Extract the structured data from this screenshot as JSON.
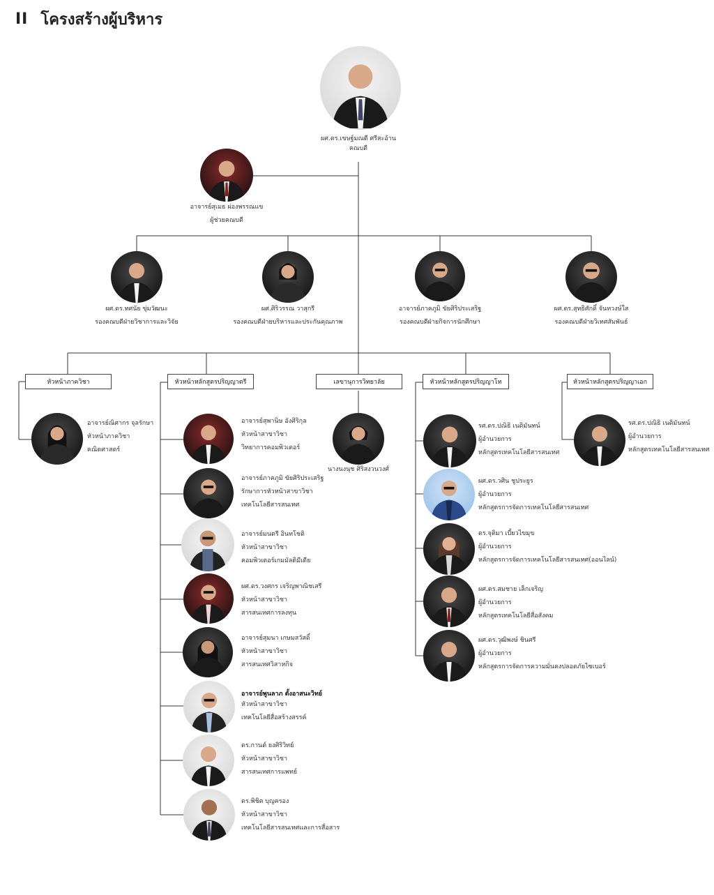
{
  "title": {
    "mark": "II",
    "text": "โครงสร้างผู้บริหาร"
  },
  "dean": {
    "name": "ผศ.ดร.เขษฐ์มณตี ศรีสะอ้าน",
    "role": "คณบดี"
  },
  "assistant": {
    "name": "อาจารย์สุเมธ ผ่องพรรณแข",
    "role": "ผู้ช่วยคณบดี"
  },
  "deputies": [
    {
      "name": "ผศ.ดร.ทศนัย ขุ่มวัฒนะ",
      "role": "รองคณบดีฝ่ายวิชาการและวิจัย"
    },
    {
      "name": "ผศ.ศิริวรรณ วาสุกรี",
      "role": "รองคณบดีฝ่ายบริหารและประกันคุณภาพ"
    },
    {
      "name": "อาจารย์ภาคภูมิ ขัยศิริประเสริฐ",
      "role": "รองคณบดีฝ่ายกิจการนักศึกษา"
    },
    {
      "name": "ผศ.ดร.สุทธิศักดิ์ จันทวงษ์ใส",
      "role": "รองคณบดีฝ่ายวิเทศสัมพันธ์"
    }
  ],
  "boxes": {
    "dept_head": "หัวหน้าภาควิชา",
    "bachelor_head": "หัวหน้าหลักสูตรปริญญาตรี",
    "secretary": "เลขานุการวิทยาลัย",
    "master_head": "หัวหน้าหลักสูตรปริญญาโท",
    "doctoral_head": "หัวหน้าหลักสูตรปริญญาเอก"
  },
  "dept_head_person": {
    "name": "อาจารย์ณิศากร จุลรักษา",
    "role": "หัวหน้าภาควิชา",
    "unit": "คณิตศาสตร์"
  },
  "secretary_person": {
    "name": "นางนงนุช ศิริสงวนวงศ์"
  },
  "bachelor_people": [
    {
      "name": "อาจารย์สุพานิษ อังศิริกุล",
      "role": "หัวหน้าสาขาวิชา",
      "unit": "วิทยาการคอมพิวเตอร์"
    },
    {
      "name": "อาจารย์ภาคภูมิ ขัยศิริประเสริฐ",
      "role": "รักษาการหัวหน้าสาขาวิชา",
      "unit": "เทคโนโลยีสารสนเทศ"
    },
    {
      "name": "อาจารย์มนตรี อินทโชติ",
      "role": "หัวหน้าสาขาวิชา",
      "unit": "คอมพิวเตอร์เกมมัลติมีเดีย"
    },
    {
      "name": "ผศ.ดร.วงศกร เจริญพาณิชเสรี",
      "role": "หัวหน้าสาขาวิชา",
      "unit": "สารสนเทศการลงทุน"
    },
    {
      "name": "อาจารย์สุมนา เกษมสวัสดิ์",
      "role": "หัวหน้าสาขาวิชา",
      "unit": "สารสนเทศวิสาหกิจ"
    },
    {
      "name": "อาจารย์พูนลาภ ตั้งอาสนะวิทย์",
      "role": "หัวหน้าสาขาวิชา",
      "unit": "เทคโนโลยีสื่อสร้างสรรค์"
    },
    {
      "name": "ดร.กานต์ ยงศิริวิทย์",
      "role": "หัวหน้าสาขาวิชา",
      "unit": "สารสนเทศการแพทย์"
    },
    {
      "name": "ดร.พิชิต บุญครอง",
      "role": "หัวหน้าสาขาวิชา",
      "unit": "เทคโนโลยีสารสนเทศและการสื่อสาร"
    }
  ],
  "master_people": [
    {
      "name": "รศ.ดร.ปณิธิ เนติมันทน์",
      "role": "ผู้อำนวยการ",
      "unit": "หลักสูตรเทคโนโลยีสารสนเทศ"
    },
    {
      "name": "ผศ.ดร.วศิน ชูประยูร",
      "role": "ผู้อำนวยการ",
      "unit": "หลักสูตรการจัดการเทคโนโลยีสารสนเทศ"
    },
    {
      "name": "ดร.จุติมา เบี้ยวไขมุข",
      "role": "ผู้อำนวยการ",
      "unit": "หลักสูตรการจัดการเทคโนโลยีสารสนเทศ(ออนไลน์)"
    },
    {
      "name": "ผศ.ดร.สมชาย เล็กเจริญ",
      "role": "ผู้อำนวยการ",
      "unit": "หลักสูตรเทคโนโลยีสื่อสังคม"
    },
    {
      "name": "ผศ.ดร.วุฒิพงษ์ ชินศรี",
      "role": "ผู้อำนวยการ",
      "unit": "หลักสูตรการจัดการความมั่นคงปลอดภัยไซเบอร์"
    }
  ],
  "doctoral_person": {
    "name": "รศ.ดร.ปณิธิ เนติมันทน์",
    "role": "ผู้อำนวยการ",
    "unit": "หลักสูตรเทคโนโลยีสารสนเทศ"
  },
  "colors": {
    "line": "#333333",
    "suit": "#1a1a1a",
    "skin": "#d8a888",
    "shirt": "#f2f2f2",
    "tie": "#8a1c1c"
  }
}
